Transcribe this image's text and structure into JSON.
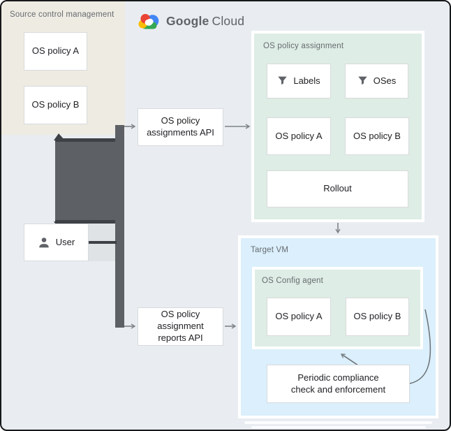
{
  "colors": {
    "background": "#e9edf1",
    "source_panel_fill": "#eeebe2",
    "policy_panel_fill": "#deede5",
    "vm_panel_fill": "#dbeffc",
    "node_border": "#d8dadd",
    "connector_thick": "#5d6064",
    "connector_edge": "#3e4145",
    "arrow_thin": "#7e8388",
    "panel_label_text": "#666b70",
    "node_text": "#202124",
    "logo_blue": "#4285f4",
    "logo_red": "#ea4335",
    "logo_yellow": "#fbbc04",
    "logo_green": "#34a853",
    "logo_text": "#5f6368"
  },
  "logo": {
    "part1": "Google",
    "part2": "Cloud"
  },
  "source_control": {
    "title": "Source control management",
    "policy_a": "OS policy A",
    "policy_b": "OS policy B"
  },
  "user": {
    "label": "User"
  },
  "assignments_api": {
    "line1": "OS policy",
    "line2": "assignments API"
  },
  "reports_api": {
    "line1": "OS policy",
    "line2": "assignment",
    "line3": "reports API"
  },
  "policy_assignment": {
    "title": "OS policy assignment",
    "labels": "Labels",
    "oses": "OSes",
    "policy_a": "OS policy A",
    "policy_b": "OS policy B",
    "rollout": "Rollout"
  },
  "target_vm": {
    "title": "Target VM",
    "agent": {
      "title": "OS Config agent",
      "policy_a": "OS policy A",
      "policy_b": "OS policy B"
    },
    "periodic": {
      "line1": "Periodic compliance",
      "line2": "check and enforcement"
    }
  }
}
